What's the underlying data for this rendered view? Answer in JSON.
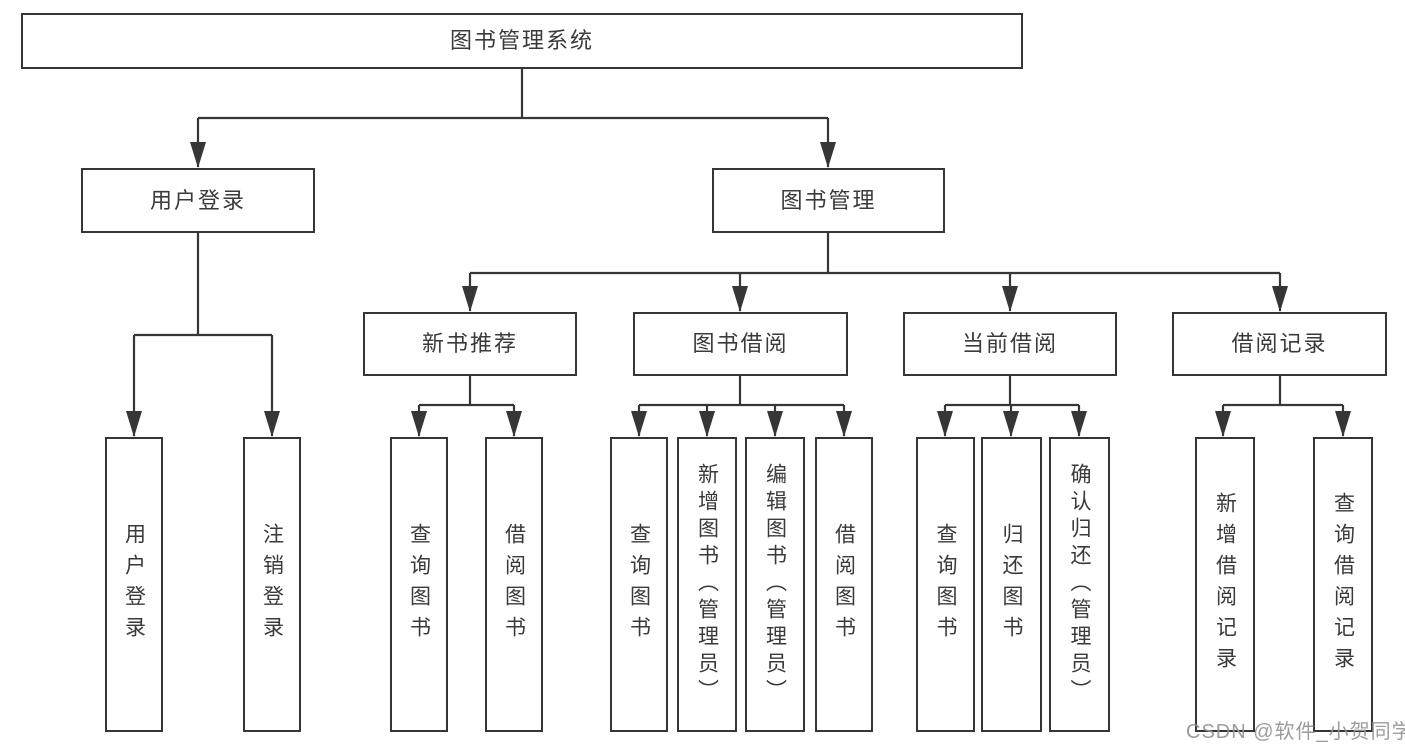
{
  "diagram": {
    "root": {
      "label": "图书管理系统"
    },
    "branches": [
      {
        "label": "用户登录",
        "children": [
          {
            "label": "用户登录"
          },
          {
            "label": "注销登录"
          }
        ]
      },
      {
        "label": "图书管理",
        "children": [
          {
            "label": "新书推荐",
            "children": [
              {
                "label": "查询图书"
              },
              {
                "label": "借阅图书"
              }
            ]
          },
          {
            "label": "图书借阅",
            "children": [
              {
                "label": "查询图书"
              },
              {
                "label": "新增图书（管理员）"
              },
              {
                "label": "编辑图书（管理员）"
              },
              {
                "label": "借阅图书"
              }
            ]
          },
          {
            "label": "当前借阅",
            "children": [
              {
                "label": "查询图书"
              },
              {
                "label": "归还图书"
              },
              {
                "label": "确认归还（管理员）"
              }
            ]
          },
          {
            "label": "借阅记录",
            "children": [
              {
                "label": "新增借阅记录"
              },
              {
                "label": "查询借阅记录"
              }
            ]
          }
        ]
      }
    ]
  },
  "watermark": {
    "label": "CSDN @软件_小贺同学"
  },
  "colors": {
    "line": "#363636",
    "text": "#3a3a3a",
    "watermark": "#949494"
  }
}
